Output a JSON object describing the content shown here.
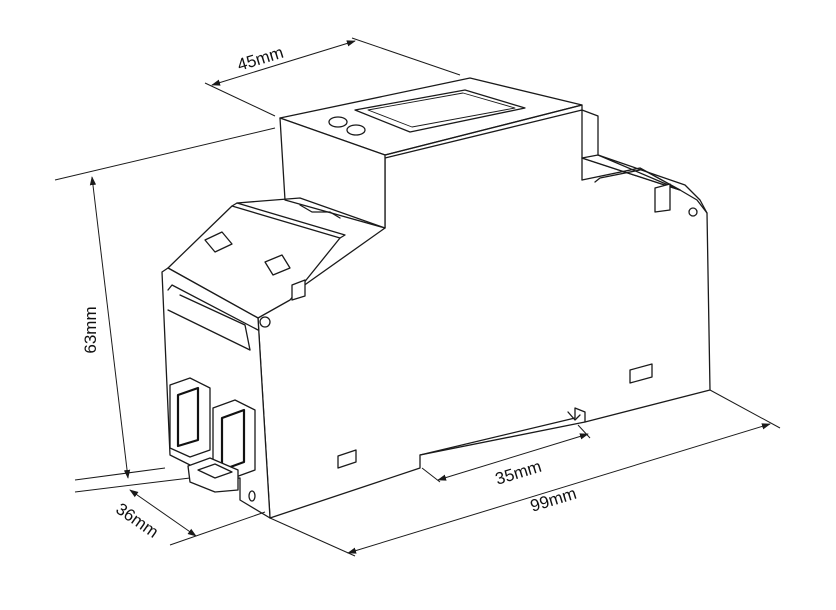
{
  "dimensions": {
    "width_top": "45mm",
    "height": "63mm",
    "depth": "36mm",
    "length": "99mm",
    "rail_gap": "35mm"
  },
  "colors": {
    "line": "#1a1a1a",
    "background": "#ffffff"
  }
}
